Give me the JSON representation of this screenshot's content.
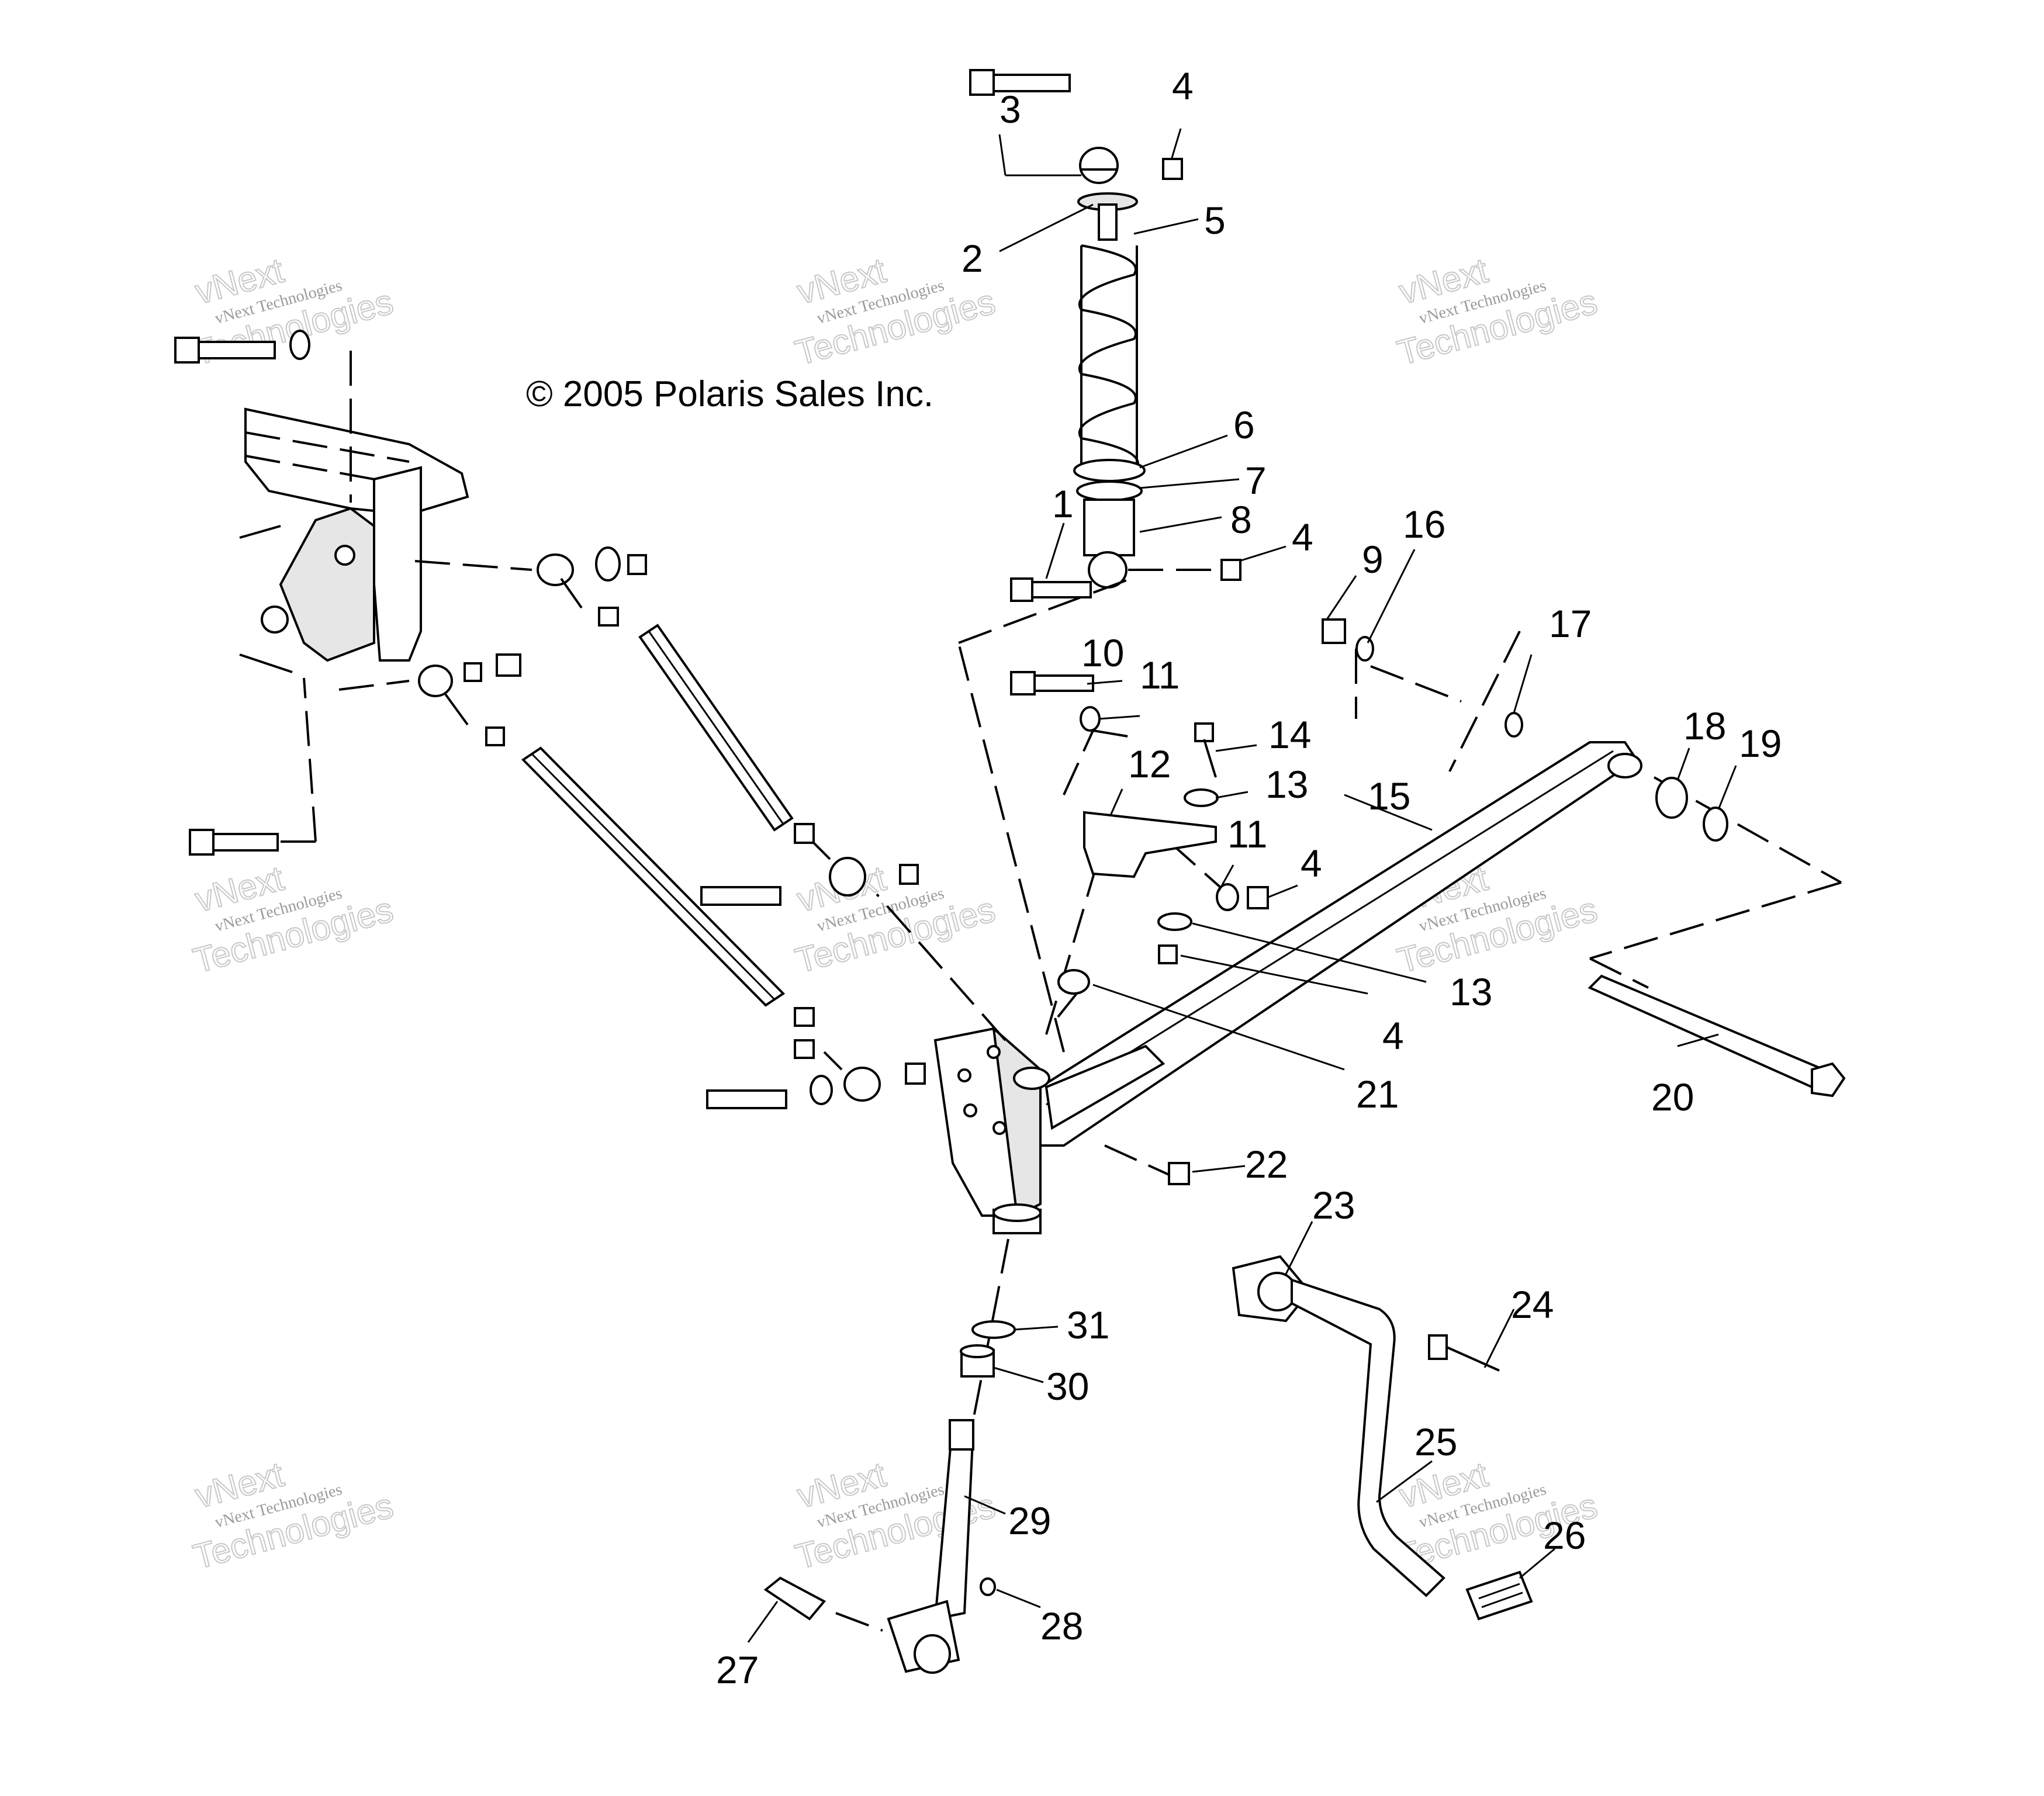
{
  "copyright": "© 2005 Polaris Sales Inc.",
  "watermark": {
    "line1": "vNext",
    "line2": "vNext Technologies",
    "line3": "Technologies"
  },
  "callouts": {
    "c1": "1",
    "c2": "2",
    "c3": "3",
    "c4a": "4",
    "c4b": "4",
    "c4c": "4",
    "c4d": "4",
    "c5": "5",
    "c6": "6",
    "c7": "7",
    "c8": "8",
    "c9": "9",
    "c10": "10",
    "c11a": "11",
    "c11b": "11",
    "c12": "12",
    "c13a": "13",
    "c13b": "13",
    "c14": "14",
    "c15": "15",
    "c16": "16",
    "c17": "17",
    "c18": "18",
    "c19": "19",
    "c20": "20",
    "c21": "21",
    "c22": "22",
    "c23": "23",
    "c24": "24",
    "c25": "25",
    "c26": "26",
    "c27": "27",
    "c28": "28",
    "c29": "29",
    "c30": "30",
    "c31": "31"
  }
}
